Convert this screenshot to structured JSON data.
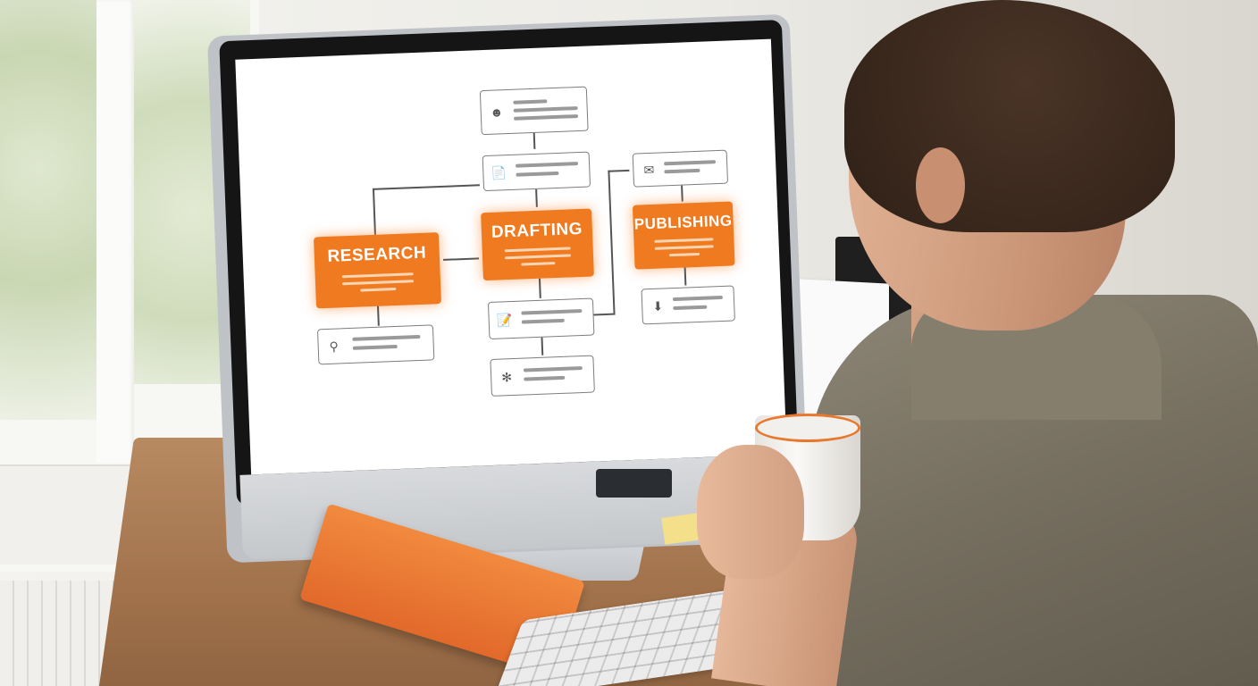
{
  "screen": {
    "diagram": {
      "stages": {
        "research": "RESEARCH",
        "drafting": "DRAFTING",
        "publishing": "PUBLISHING"
      },
      "icons": {
        "profile": "user-icon",
        "document": "document-icon",
        "search": "magnifier-icon",
        "notes": "notes-icon",
        "network": "network-icon",
        "mail": "envelope-icon",
        "download": "download-tray-icon"
      }
    }
  },
  "colors": {
    "accent": "#f07a1f",
    "stage_glow": "#ff8a2a",
    "node_border": "#7d7d7d",
    "placeholder_line": "#9a9a9a"
  }
}
